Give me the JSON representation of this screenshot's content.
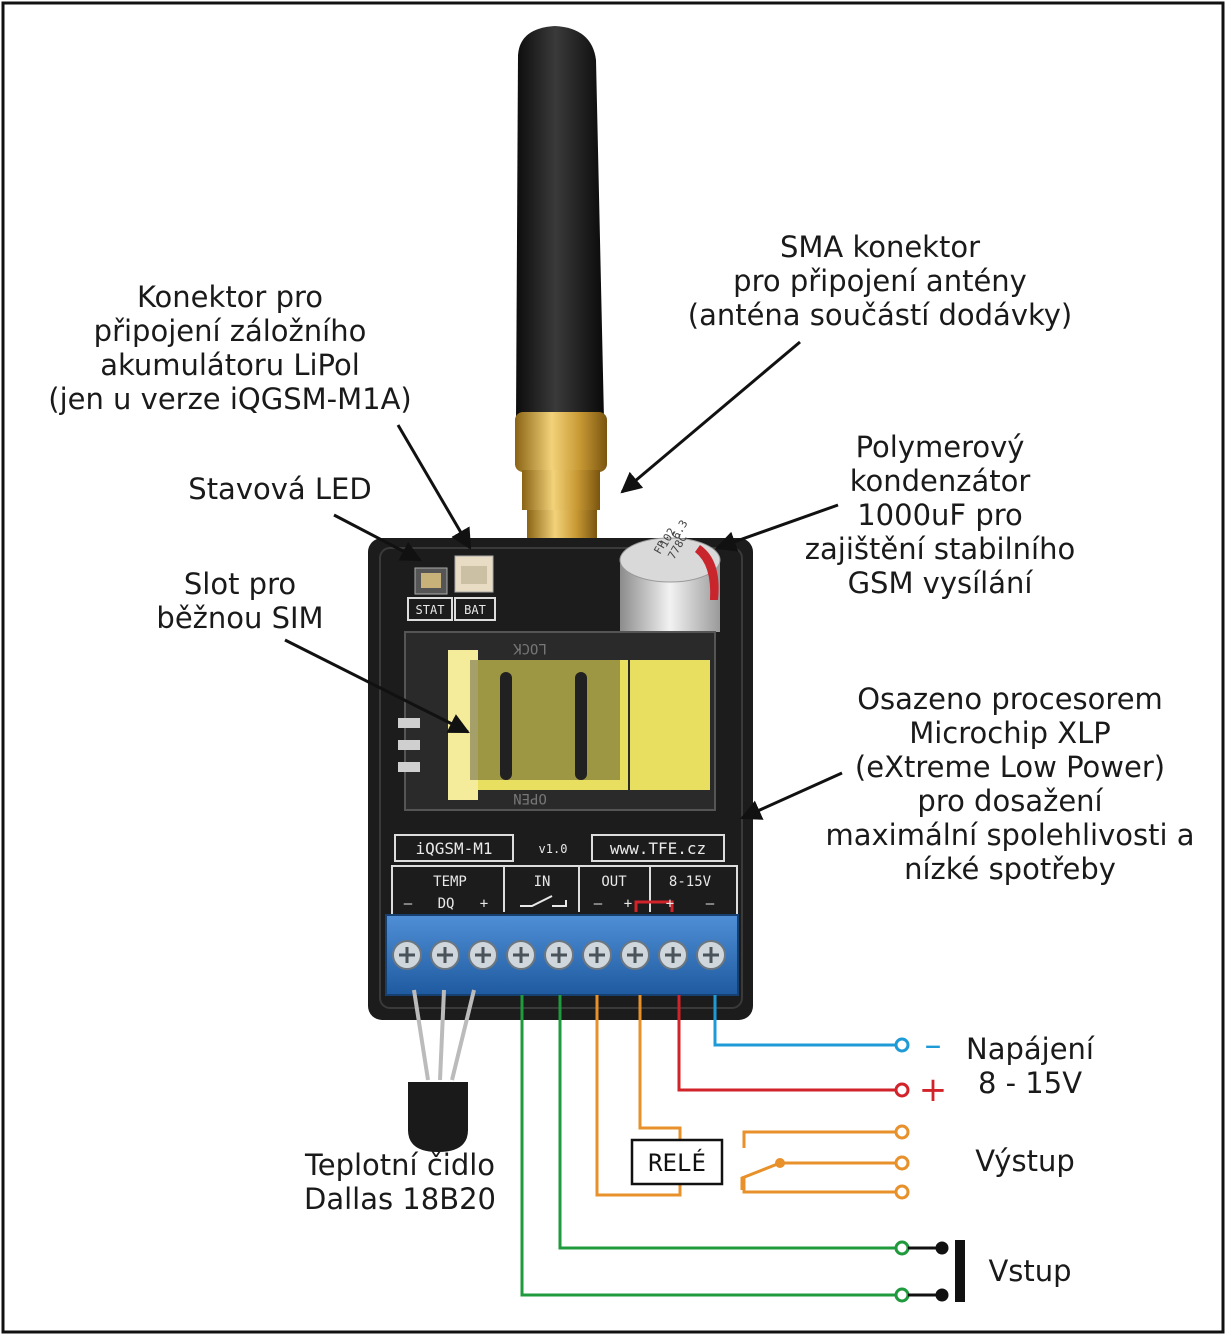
{
  "labels": {
    "sma": [
      "SMA konektor",
      "pro připojení antény",
      "(anténa součástí dodávky)"
    ],
    "lipol": [
      "Konektor pro",
      "připojení záložního",
      "akumulátoru LiPol",
      "(jen u verze iQGSM-M1A)"
    ],
    "led": "Stavová LED",
    "sim": [
      "Slot pro",
      "běžnou SIM"
    ],
    "capacitor": [
      "Polymerový",
      "kondenzátor",
      "1000uF pro",
      "zajištění stabilního",
      "GSM vysílání"
    ],
    "processor": [
      "Osazeno procesorem",
      "Microchip XLP",
      "(eXtreme Low Power)",
      "pro dosažení",
      "maximální spolehlivosti a",
      "nízké spotřeby"
    ],
    "power": [
      "Napájení",
      "8 - 15V"
    ],
    "output": "Výstup",
    "input": "Vstup",
    "sensor": [
      "Teplotní čidlo",
      "Dallas 18B20"
    ],
    "relay": "RELÉ",
    "minus": "–",
    "plus": "+"
  },
  "board": {
    "model": "iQGSM-M1",
    "version": "v1.0",
    "website": "www.TFE.cz",
    "stat": "STAT",
    "bat": "BAT",
    "sim_lock": "LOCK",
    "sim_open": "OPEN",
    "cap_marking": [
      "FP",
      "778C",
      "102",
      "6.3"
    ],
    "terminals": {
      "temp": "TEMP",
      "temp_pins": [
        "–",
        "DQ",
        "+"
      ],
      "in": "IN",
      "out": "OUT",
      "out_pins": [
        "–",
        "+"
      ],
      "pwr": "8-15V",
      "pwr_pins": [
        "+",
        "–"
      ]
    }
  },
  "colors": {
    "power_minus": "#1e9bd7",
    "power_plus": "#d2232a",
    "relay_wire": "#e8902a",
    "input_wire": "#1f9a3c",
    "pcb": "#1c1c1c",
    "terminal": "#2f6fb8"
  }
}
